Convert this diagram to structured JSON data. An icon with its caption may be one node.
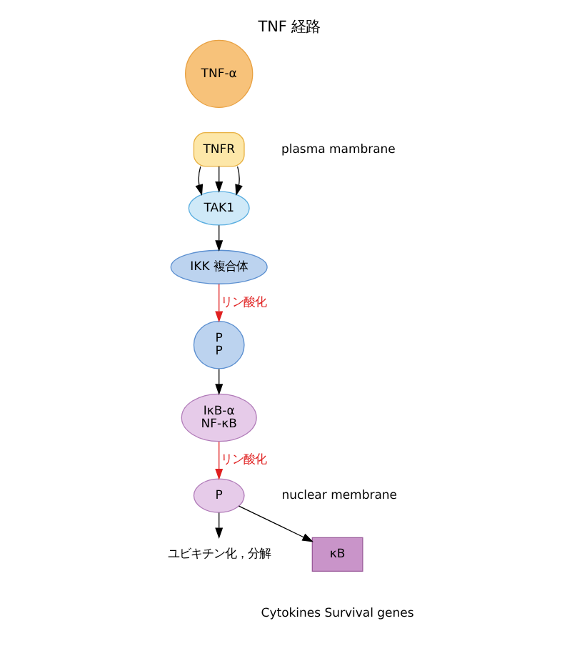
{
  "diagram": {
    "title": "TNF 経路",
    "nodes": [
      {
        "text": [
          "TNF-α"
        ]
      },
      {
        "text": [
          "TNFR"
        ]
      },
      {
        "text": [
          "TAK1"
        ]
      },
      {
        "text": [
          "IKK 複合体"
        ]
      },
      {
        "text": [
          "P",
          "P"
        ]
      },
      {
        "text": [
          "IκB-α",
          "NF-κB"
        ]
      },
      {
        "text": [
          "P"
        ]
      },
      {
        "text": [
          "ユビキチン化，分解"
        ]
      },
      {
        "text": [
          "κB"
        ]
      }
    ],
    "edges": [
      {
        "from": 1,
        "to": 2,
        "arrow": "to"
      },
      {
        "from": 1,
        "to": 2,
        "arrow": "to"
      },
      {
        "from": 1,
        "to": 2,
        "arrow": "to"
      },
      {
        "from": 2,
        "to": 3,
        "arrow": "to"
      },
      {
        "from": 3,
        "to": 4,
        "arrow": "to",
        "label": "リン酸化",
        "color": "#e02020"
      },
      {
        "from": 4,
        "to": 5,
        "arrow": "to"
      },
      {
        "from": 5,
        "to": 6,
        "arrow": "to",
        "label": "リン酸化",
        "color": "#e02020"
      },
      {
        "from": 6,
        "to": 7,
        "arrow": "to"
      },
      {
        "from": 6,
        "to": 8,
        "arrow": "to"
      }
    ],
    "labels": [
      "plasma mambrane",
      "nuclear membrane",
      "Cytokines Survival genes"
    ]
  }
}
